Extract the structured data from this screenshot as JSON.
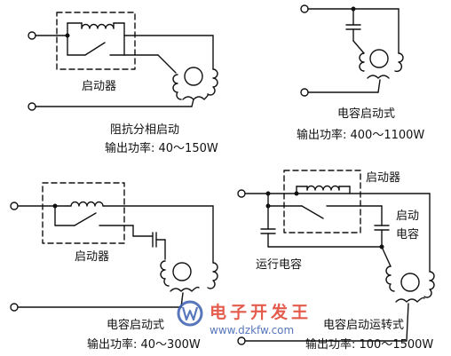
{
  "panels": {
    "resistance_split": {
      "starter_label": "启动器",
      "title": "阻抗分相启动",
      "power": "输出功率: 40～150W"
    },
    "cap_start_top": {
      "title": "电容启动式",
      "power": "输出功率: 400～1100W"
    },
    "cap_start_bottom": {
      "starter_label": "启动器",
      "title": "电容启动式",
      "power": "输出功率: 40～300W"
    },
    "cap_start_run": {
      "starter_label": "启动器",
      "start_cap_label_1": "启动",
      "start_cap_label_2": "电容",
      "run_cap_label": "运行电容",
      "title": "电容启动运转式",
      "power": "输出功率: 100～1500W"
    }
  },
  "watermark": {
    "brand": "电子开发王",
    "url": "www.dzkfw.com"
  },
  "colors": {
    "line": "#111111",
    "watermark_blue": "#3a5fb0",
    "watermark_red": "#e0402e"
  }
}
